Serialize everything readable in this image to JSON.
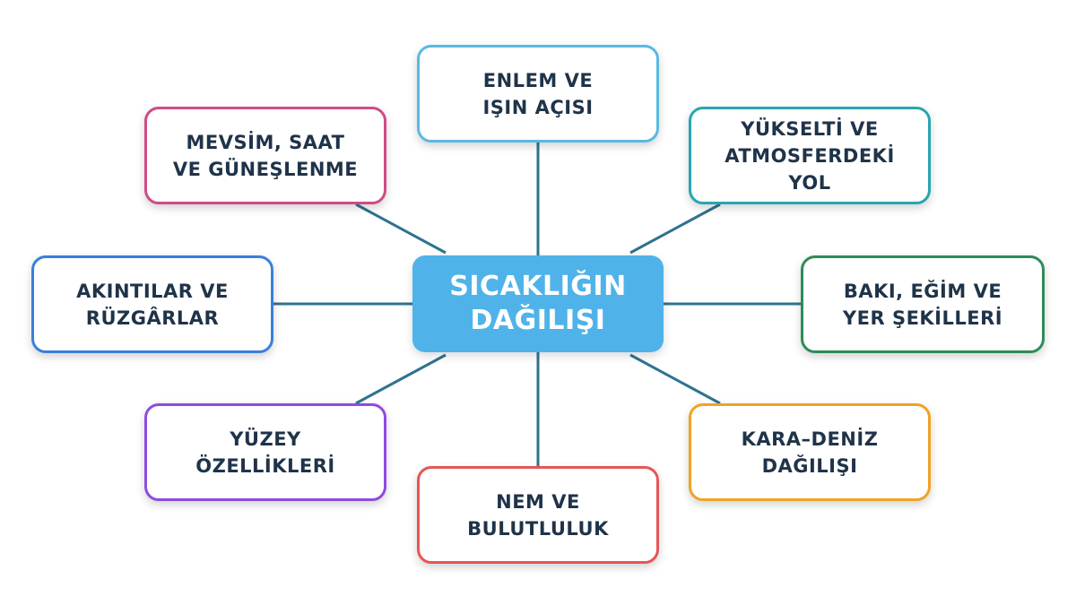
{
  "center": {
    "label": "SICAKLIĞIN\nDAĞILIŞI",
    "color": "#4fb3ea"
  },
  "line_color": "#2f7390",
  "nodes": [
    {
      "id": "enlem",
      "label": "ENLEM VE\nIŞIN AÇISI",
      "color": "#5ab9e3"
    },
    {
      "id": "yukselti",
      "label": "YÜKSELTİ VE\nATMOSFERDEKİ\nYOL",
      "color": "#26a6b1"
    },
    {
      "id": "baki",
      "label": "BAKI, EĞİM VE\nYER ŞEKİLLERİ",
      "color": "#2e8b57"
    },
    {
      "id": "kara-deniz",
      "label": "KARA–DENİZ\nDAĞILIŞI",
      "color": "#f0a323"
    },
    {
      "id": "nem",
      "label": "NEM VE\nBULUTLULUK",
      "color": "#e55656"
    },
    {
      "id": "yuzey",
      "label": "YÜZEY\nÖZELLİKLERİ",
      "color": "#8e4be0"
    },
    {
      "id": "akintilar",
      "label": "AKINTILAR VE\nRÜZGÂRLAR",
      "color": "#3a7fdc"
    },
    {
      "id": "mevsim",
      "label": "MEVSİM, SAAT\nVE GÜNEŞLENME",
      "color": "#d04b88"
    }
  ]
}
